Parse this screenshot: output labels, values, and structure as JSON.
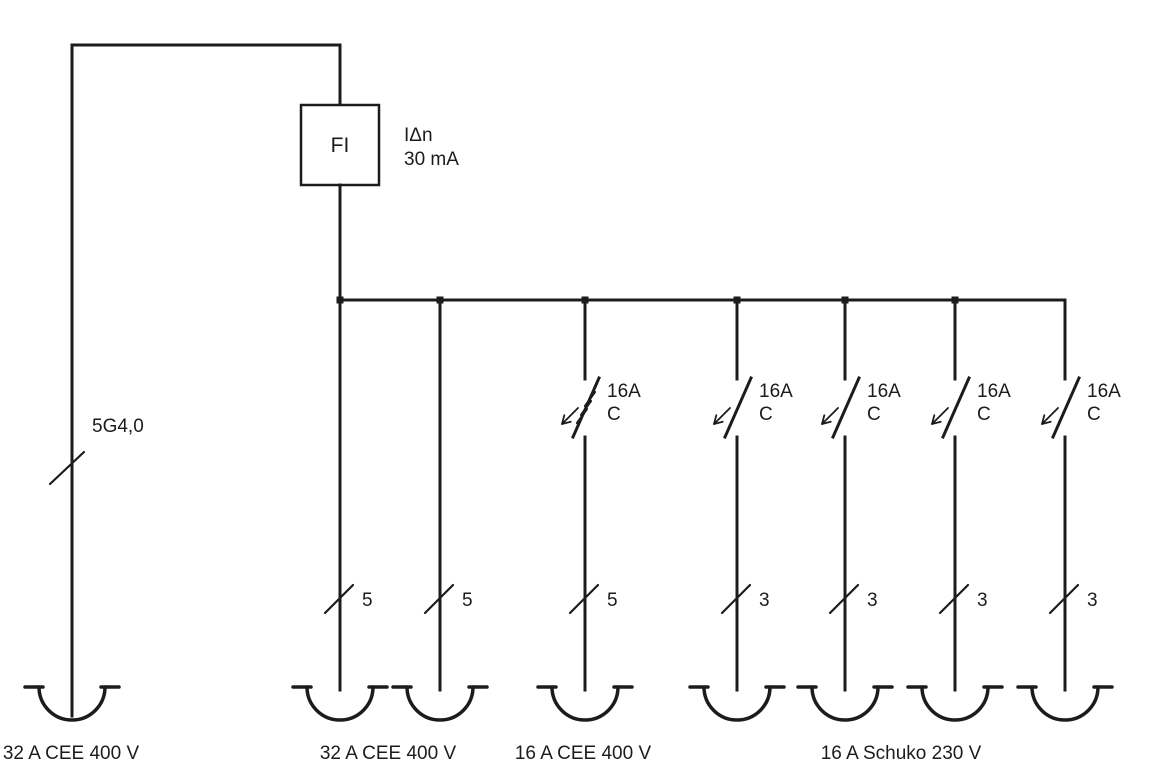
{
  "colors": {
    "line": "#1c1c1c",
    "background": "#ffffff"
  },
  "rcd": {
    "box_label": "FI",
    "rating_line1": "IΔn",
    "rating_line2": "30 mA"
  },
  "feed": {
    "cable_label": "5G4,0",
    "outlet_label": "32 A CEE 400 V"
  },
  "branches": [
    {
      "conductor_count": "5"
    },
    {
      "conductor_count": "5"
    },
    {
      "breaker_rating": "16A",
      "breaker_curve": "C",
      "conductor_count": "5"
    },
    {
      "breaker_rating": "16A",
      "breaker_curve": "C",
      "conductor_count": "3"
    },
    {
      "breaker_rating": "16A",
      "breaker_curve": "C",
      "conductor_count": "3"
    },
    {
      "breaker_rating": "16A",
      "breaker_curve": "C",
      "conductor_count": "3"
    },
    {
      "breaker_rating": "16A",
      "breaker_curve": "C",
      "conductor_count": "3"
    }
  ],
  "group_labels": {
    "cee_32a": "32 A CEE 400 V",
    "cee_16a": "16 A CEE 400 V",
    "schuko_16a": "16 A Schuko 230 V"
  }
}
